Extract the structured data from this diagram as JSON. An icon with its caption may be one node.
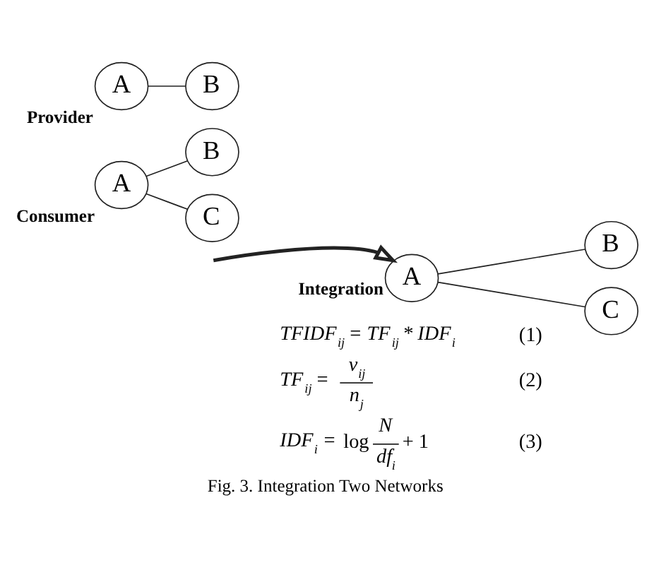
{
  "diagram": {
    "caption": "Fig. 3. Integration Two Networks",
    "nodes": [
      {
        "text": [
          "A"
        ],
        "beside": [
          "Provider"
        ]
      },
      {
        "text": [
          "B"
        ]
      },
      {
        "text": [
          "A"
        ],
        "beside": [
          "Consumer"
        ]
      },
      {
        "text": [
          "B"
        ]
      },
      {
        "text": [
          "C"
        ]
      },
      {
        "text": [
          "A"
        ],
        "beside": [
          "Integration"
        ]
      },
      {
        "text": [
          "B"
        ]
      },
      {
        "text": [
          "C"
        ]
      }
    ],
    "edges": [
      {
        "from": 0,
        "to": 1,
        "arrow": "none"
      },
      {
        "from": 2,
        "to": 3,
        "arrow": "none"
      },
      {
        "from": 2,
        "to": 4,
        "arrow": "none"
      },
      {
        "from": null,
        "to": 5,
        "arrow": "to",
        "style": "thick"
      },
      {
        "from": 5,
        "to": 6,
        "arrow": "none"
      },
      {
        "from": 5,
        "to": 7,
        "arrow": "none"
      }
    ],
    "labels": [
      "TFIDF$_{ij}$ = TF$_{ij}$ * IDF$_{i}$",
      "(1)",
      "TF$_{ij}$ =",
      "v$_{ij}$",
      "n$_{j}$",
      "(2)",
      "IDF$_{i}$ =",
      "log",
      "N",
      "df$_{i}$",
      "+ 1",
      "(3)"
    ]
  }
}
